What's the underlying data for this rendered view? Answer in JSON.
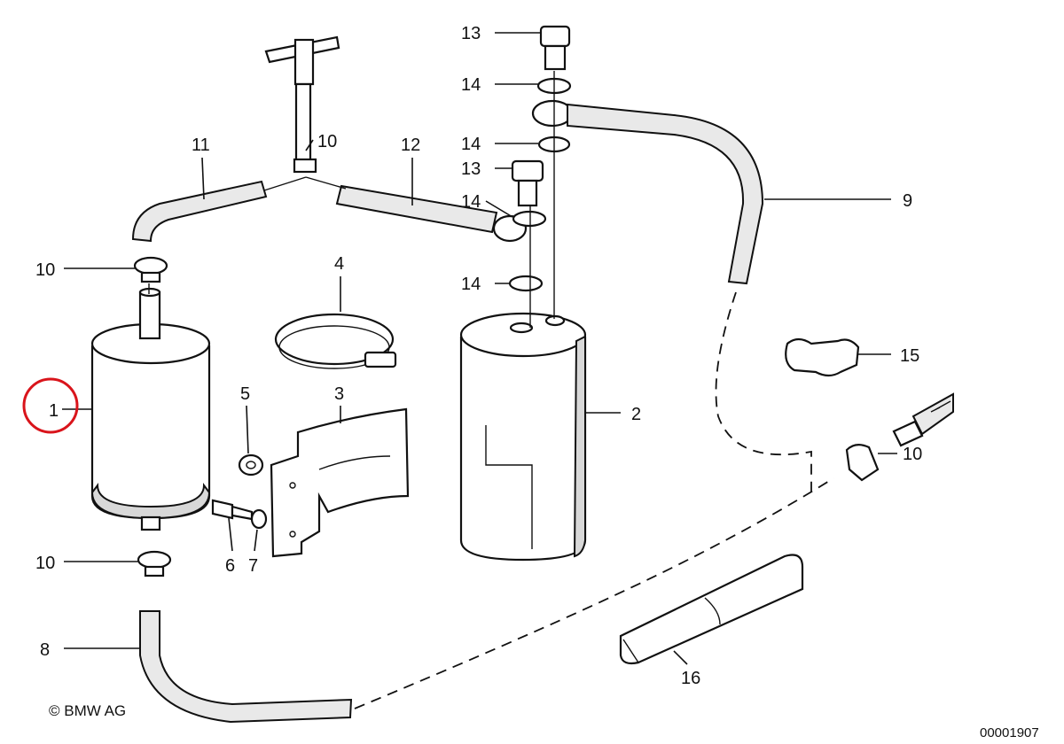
{
  "callouts": [
    {
      "id": "c1",
      "text": "1"
    },
    {
      "id": "c2",
      "text": "2"
    },
    {
      "id": "c3",
      "text": "3"
    },
    {
      "id": "c4",
      "text": "4"
    },
    {
      "id": "c5",
      "text": "5"
    },
    {
      "id": "c6",
      "text": "6"
    },
    {
      "id": "c7",
      "text": "7"
    },
    {
      "id": "c8",
      "text": "8"
    },
    {
      "id": "c9",
      "text": "9"
    },
    {
      "id": "c10a",
      "text": "10"
    },
    {
      "id": "c10b",
      "text": "10"
    },
    {
      "id": "c10c",
      "text": "10"
    },
    {
      "id": "c10d",
      "text": "10"
    },
    {
      "id": "c11",
      "text": "11"
    },
    {
      "id": "c12",
      "text": "12"
    },
    {
      "id": "c13a",
      "text": "13"
    },
    {
      "id": "c13b",
      "text": "13"
    },
    {
      "id": "c14a",
      "text": "14"
    },
    {
      "id": "c14b",
      "text": "14"
    },
    {
      "id": "c14c",
      "text": "14"
    },
    {
      "id": "c14d",
      "text": "14"
    },
    {
      "id": "c15",
      "text": "15"
    },
    {
      "id": "c16",
      "text": "16"
    }
  ],
  "copyright": "© BMW AG",
  "diagram_number": "00001907",
  "highlight_color": "#d9141b"
}
